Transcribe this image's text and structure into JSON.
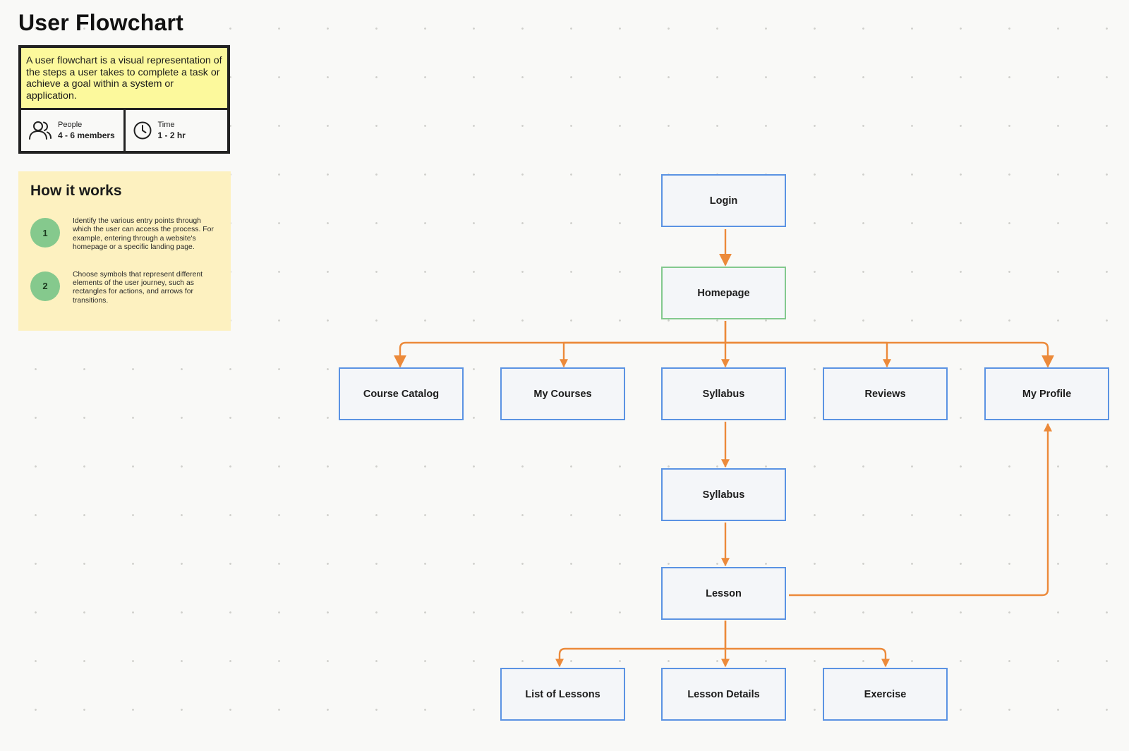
{
  "header": {
    "title": "User Flowchart",
    "description": "A user flowchart is a visual representation of the steps a user takes to complete a task or achieve a goal within a system or application.",
    "people_label": "People",
    "people_value": "4 - 6 members",
    "time_label": "Time",
    "time_value": "1 - 2 hr"
  },
  "how_it_works": {
    "title": "How it works",
    "steps": [
      {
        "number": "1",
        "text": "Identify the various entry points through which the user can access the process. For example, entering through a website's homepage or a specific landing page."
      },
      {
        "number": "2",
        "text": "Choose symbols that represent different elements of the user journey, such as rectangles for actions, and arrows for transitions."
      }
    ]
  },
  "flowchart": {
    "colors": {
      "node_border": "#5b93e3",
      "start_node_border": "#83c98e",
      "node_fill": "#f4f6f9",
      "connector": "#ec8a3a"
    },
    "nodes": {
      "login": "Login",
      "homepage": "Homepage",
      "course_catalog": "Course Catalog",
      "my_courses": "My Courses",
      "syllabus_top": "Syllabus",
      "reviews": "Reviews",
      "my_profile": "My Profile",
      "syllabus_detail": "Syllabus",
      "lesson": "Lesson",
      "list_of_lessons": "List of Lessons",
      "lesson_details": "Lesson Details",
      "exercise": "Exercise"
    },
    "edges": [
      [
        "login",
        "homepage"
      ],
      [
        "homepage",
        "course_catalog"
      ],
      [
        "homepage",
        "my_courses"
      ],
      [
        "homepage",
        "syllabus_top"
      ],
      [
        "homepage",
        "reviews"
      ],
      [
        "homepage",
        "my_profile"
      ],
      [
        "syllabus_top",
        "syllabus_detail"
      ],
      [
        "syllabus_detail",
        "lesson"
      ],
      [
        "lesson",
        "my_profile"
      ],
      [
        "lesson",
        "list_of_lessons"
      ],
      [
        "lesson",
        "lesson_details"
      ],
      [
        "lesson",
        "exercise"
      ]
    ]
  }
}
